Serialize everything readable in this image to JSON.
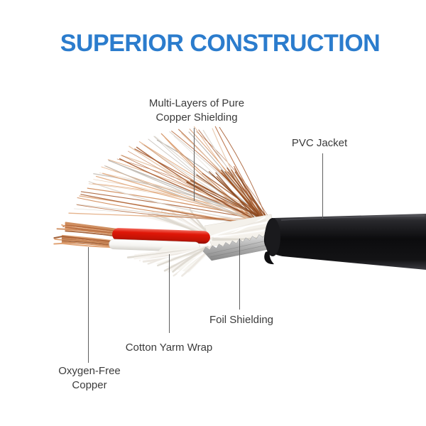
{
  "page": {
    "background": "#ffffff"
  },
  "title": {
    "text": "SUPERIOR CONSTRUCTION",
    "color": "#2b7ccd"
  },
  "callouts": {
    "multi_layers": {
      "line1": "Multi-Layers of Pure",
      "line2": "Copper Shielding"
    },
    "pvc_jacket": {
      "line1": "PVC Jacket"
    },
    "foil_shielding": {
      "line1": "Foil Shielding"
    },
    "cotton_yarm_wrap": {
      "line1": "Cotton Yarm Wrap"
    },
    "oxygen_free_copper": {
      "line1": "Oxygen-Free",
      "line2": "Copper"
    }
  },
  "illustration": {
    "parts": [
      "multi-layer-copper-shielding",
      "pvc-jacket",
      "foil-shielding",
      "cotton-yarm-wrap",
      "oxygen-free-copper",
      "red-insulated-wire",
      "white-insulated-wire"
    ],
    "colors": {
      "copper_palette": [
        "#b96f43",
        "#cf8a58",
        "#a85f35",
        "#e2ab80",
        "#e7c8ac"
      ],
      "gray_strand_palette": [
        "#c8c1b9",
        "#b3ada5",
        "#ded7ce"
      ],
      "dense_copper": [
        "#9c5326",
        "#8a4820",
        "#b5693c"
      ],
      "pigtail_palette": [
        "#b5693c",
        "#cd8a5a",
        "#9c5a30",
        "#df9f6f"
      ],
      "cotton_palette": [
        "#f6f3ee",
        "#ebe7e0",
        "#ddd8cf",
        "#ffffff"
      ],
      "pvc_jacket": "#121214",
      "foil": "#b9b9b9",
      "wire_red": "#d81708",
      "wire_white": "#ffffff",
      "callout_line": "#5f5f5f",
      "label_text": "#3b3b3b",
      "title_blue": "#2b7ccd"
    }
  }
}
